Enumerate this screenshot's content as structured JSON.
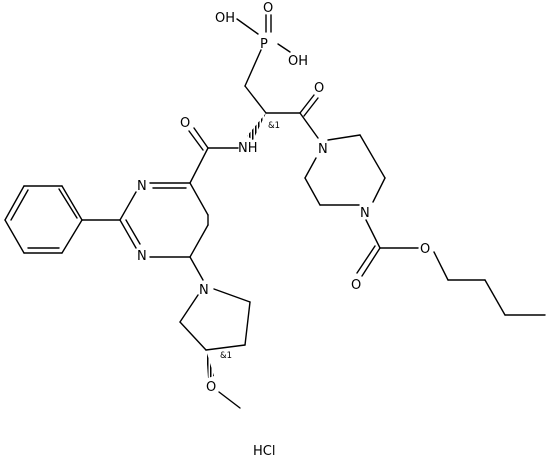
{
  "molecule": {
    "atoms": {
      "oh_top": "OH",
      "o_double_p": "O",
      "p": "P",
      "oh_right": "OH",
      "o_ketone": "O",
      "stereo_alpha": "&1",
      "o_amide": "O",
      "nh": "NH",
      "n_piperazine_top": "N",
      "n_pyrimidine_top": "N",
      "n_pyrimidine_bottom": "N",
      "n_piperazine_bottom": "N",
      "n_pyrrolidine": "N",
      "o_carbamate_double": "O",
      "o_carbamate_ether": "O",
      "stereo_pyrrolidine": "&1",
      "o_methoxy": "O"
    },
    "salt": "HCl"
  }
}
